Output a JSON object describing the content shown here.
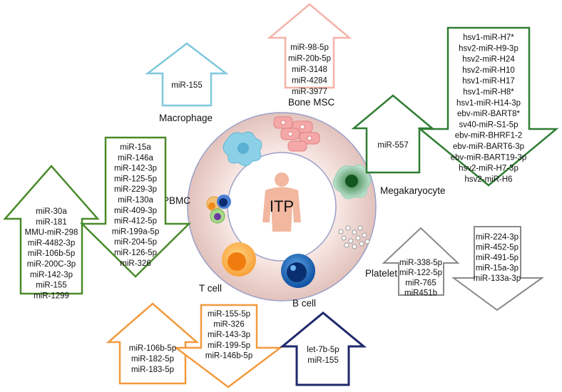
{
  "center": {
    "label": "ITP"
  },
  "cell_labels": {
    "macrophage": "Macrophage",
    "bone_msc": "Bone MSC",
    "megakaryocyte": "Megakaryocyte",
    "pbmc": "PBMC",
    "t_cell": "T cell",
    "b_cell": "B cell",
    "platelet": "Platelet"
  },
  "colors": {
    "macrophage": "#7ec8dc",
    "bone_msc": "#f4b3a8",
    "megakaryocyte": "#2e7d32",
    "pbmc": "#4a8a2a",
    "t_cell": "#f39a3e",
    "b_cell": "#1f2a6b",
    "platelet": "#8a8a8a"
  },
  "groups": {
    "macrophage_up": [
      "miR-155"
    ],
    "bone_msc_up": [
      "miR-98-5p",
      "miR-20b-5p",
      "miR-3148",
      "miR-4284",
      "miR-3977"
    ],
    "megakaryocyte_up": [
      "miR-557"
    ],
    "megakaryocyte_down": [
      "hsv1-miR-H7*",
      "hsv2-miR-H9-3p",
      "hsv2-miR-H24",
      "hsv2-miR-H10",
      "hsv1-miR-H17",
      "hsv1-miR-H8*",
      "hsv1-miR-H14-3p",
      "ebv-miR-BART8*",
      "sv40-miR-S1-5p",
      "ebv-miR-BHRF1-2",
      "ebv-miR-BART6-3p",
      "ebv-miR-BART19-3p",
      "hsv2-miR-H7-3p",
      "hsv2-miR-H6"
    ],
    "pbmc_up": [
      "miR-30a",
      "miR-181",
      "MMU-miR-298",
      "miR-4482-3p",
      "miR-106b-5p",
      "miR-200C-3p",
      "miR-142-3p",
      "miR-155",
      "miR-1299"
    ],
    "pbmc_down": [
      "miR-15a",
      "miR-146a",
      "miR-142-3p",
      "miR-125-5p",
      "miR-229-3p",
      "miR-130a",
      "miR-409-3p",
      "miR-412-5p",
      "miR-199a-5p",
      "miR-204-5p",
      "miR-126-5p",
      "miR-326"
    ],
    "platelet_up": [
      "miR-338-5p",
      "miR-122-5p",
      "miR-765",
      "miR451b"
    ],
    "platelet_down": [
      "miR-224-3p",
      "miR-452-5p",
      "miR-491-5p",
      "miR-15a-3p",
      "miR-133a-3p"
    ],
    "t_cell_up": [
      "miR-106b-5p",
      "miR-182-5p",
      "miR-183-5p"
    ],
    "t_cell_down": [
      "miR-155-5p",
      "miR-326",
      "miR-143-3p",
      "miR-199-5p",
      "miR-146b-5p"
    ],
    "b_cell_up": [
      "let-7b-5p",
      "miR-155"
    ]
  }
}
